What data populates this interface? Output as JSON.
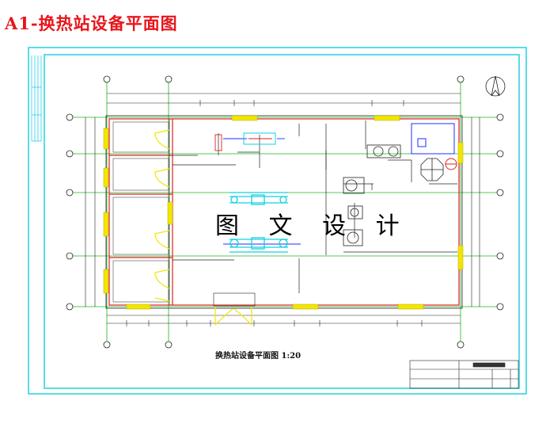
{
  "page": {
    "title": "A1-换热站设备平面图"
  },
  "drawing": {
    "caption": "换热站设备平面图 1:20",
    "watermark": "图 文 设 计"
  },
  "colors": {
    "title_red": "#e8151b",
    "frame_cyan": "#21d2e3",
    "wall_red": "#e02020",
    "window_yellow": "#f2e600",
    "pipe_blue": "#1f2cff",
    "equipment_cyan": "#14d0e0",
    "axis_green": "#1bb81b"
  },
  "icons": {
    "north_arrow": "north-arrow-icon"
  }
}
